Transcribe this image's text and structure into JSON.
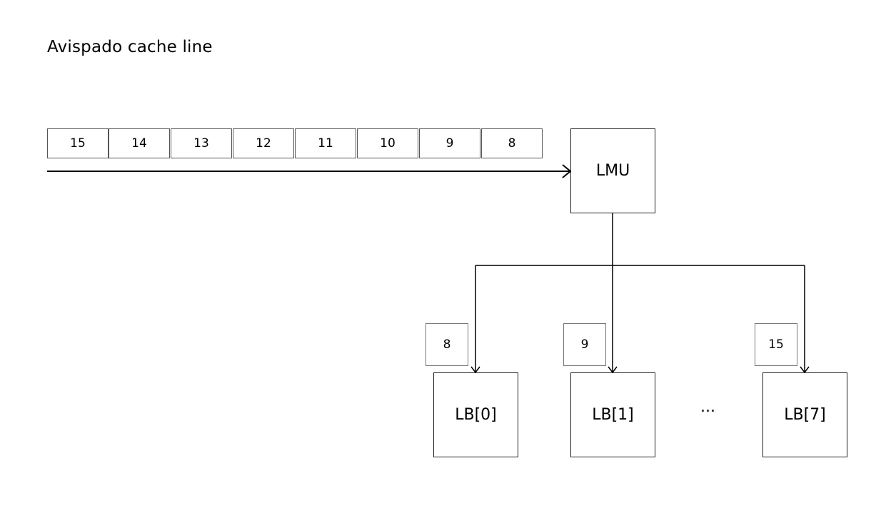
{
  "title": "Avispado cache line",
  "cache_line_cells": [
    "15",
    "14",
    "13",
    "12",
    "11",
    "10",
    "9",
    "8"
  ],
  "lmu": {
    "label": "LMU"
  },
  "line_buffers": [
    {
      "label": "LB[0]",
      "tag": "8"
    },
    {
      "label": "LB[1]",
      "tag": "9"
    },
    {
      "label": "LB[7]",
      "tag": "15"
    }
  ],
  "ellipsis": "..."
}
